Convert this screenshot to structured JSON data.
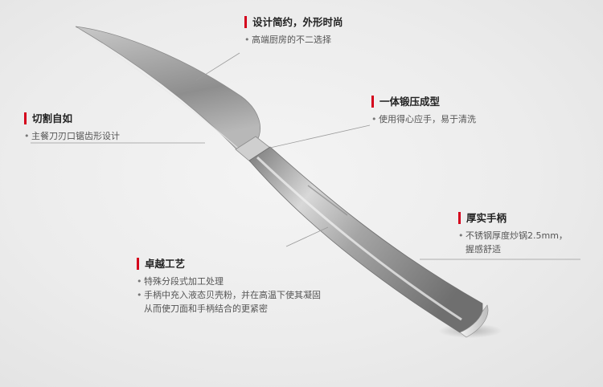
{
  "callouts": {
    "design": {
      "title": "设计简约，外形时尚",
      "bullets": [
        "高端厨房的不二选择"
      ]
    },
    "cut": {
      "title": "切割自如",
      "bullets": [
        "主餐刀刃口锯齿形设计"
      ]
    },
    "forged": {
      "title": "一体锻压成型",
      "bullets": [
        "使用得心应手，易于清洗"
      ]
    },
    "handle": {
      "title": "厚实手柄",
      "bullets": [
        "不锈钢厚度炒锅2.5mm，"
      ],
      "continuation": "握感舒适"
    },
    "craft": {
      "title": "卓越工艺",
      "bullets": [
        "特殊分段式加工处理",
        "手柄中充入液态贝壳粉，并在高温下使其凝固"
      ],
      "continuation": "从而使刀面和手柄结合的更紧密"
    }
  },
  "bullet_glyph": "•",
  "colors": {
    "accent": "#d4001c",
    "line": "#9a9a9a"
  }
}
